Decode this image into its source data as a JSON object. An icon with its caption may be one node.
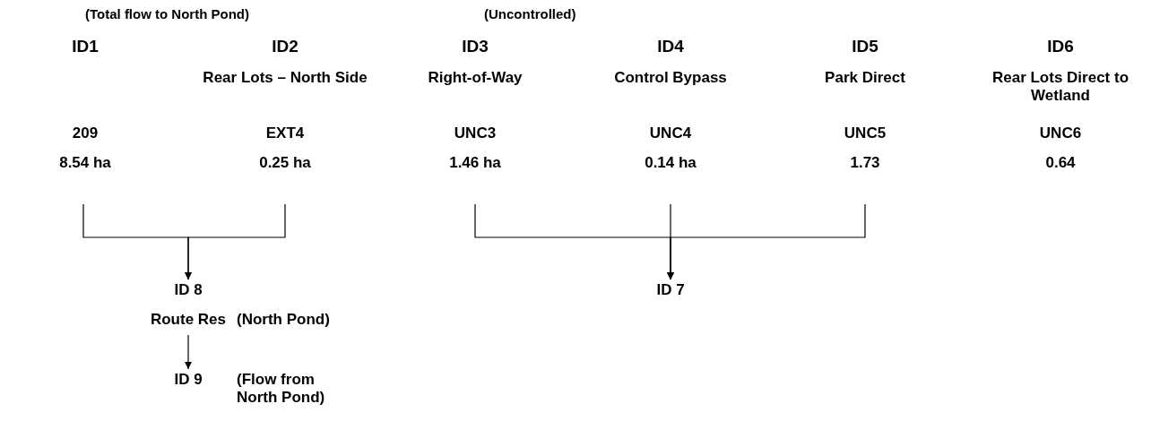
{
  "diagram": {
    "nodes": [
      {
        "text": [
          "ID1",
          "209",
          "8.54 ha"
        ]
      },
      {
        "text": [
          "ID2",
          "Rear Lots – North Side",
          "EXT4",
          "0.25 ha"
        ]
      },
      {
        "text": [
          "ID3",
          "Right-of-Way",
          "UNC3",
          "1.46 ha"
        ]
      },
      {
        "text": [
          "ID4",
          "Control Bypass",
          "UNC4",
          "0.14 ha"
        ]
      },
      {
        "text": [
          "ID5",
          "Park Direct",
          "UNC5",
          "1.73"
        ]
      },
      {
        "text": [
          "ID6",
          "Rear Lots Direct to Wetland",
          "UNC6",
          "0.64"
        ]
      },
      {
        "text": [
          "ID 8",
          "Route Res"
        ],
        "beside": [
          "(North Pond)"
        ]
      },
      {
        "text": [
          "ID 7"
        ]
      },
      {
        "text": [
          "ID 9"
        ],
        "beside": [
          "(Flow from North Pond)"
        ]
      }
    ],
    "edges": [
      {
        "from": 0,
        "to": 6,
        "arrow": "to"
      },
      {
        "from": 1,
        "to": 6,
        "arrow": "to"
      },
      {
        "from": 2,
        "to": 7,
        "arrow": "to"
      },
      {
        "from": 3,
        "to": 7,
        "arrow": "to"
      },
      {
        "from": 4,
        "to": 7,
        "arrow": "to"
      },
      {
        "from": 6,
        "to": 8,
        "arrow": "to"
      }
    ],
    "labels": [
      "(Total flow to North Pond)",
      "(Uncontrolled)"
    ]
  }
}
